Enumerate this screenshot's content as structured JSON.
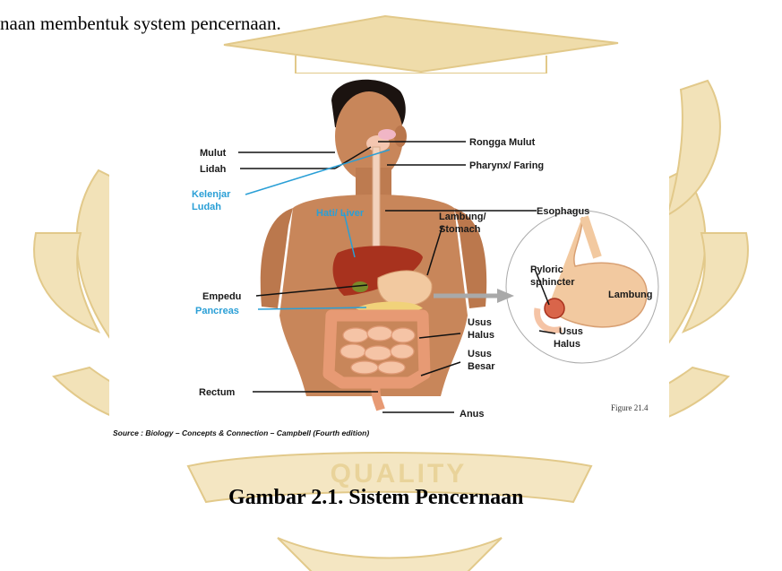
{
  "document": {
    "top_text": "naan membentuk system pencernaan.",
    "caption": "Gambar 2.1.  Sistem Pencernaan"
  },
  "watermark": {
    "text": "QUALITY",
    "color": "#e9d39a"
  },
  "figure": {
    "labels": {
      "mulut": "Mulut",
      "lidah": "Lidah",
      "kelenjar_1": "Kelenjar",
      "kelenjar_2": "Ludah",
      "hati": "Hati/ Liver",
      "empedu": "Empedu",
      "pancreas": "Pancreas",
      "rectum": "Rectum",
      "rongga_mulut": "Rongga Mulut",
      "pharynx": "Pharynx/ Faring",
      "esophagus": "Esophagus",
      "lambung_stomach_1": "Lambung/",
      "lambung_stomach_2": "Stomach",
      "usus_halus_1": "Usus",
      "usus_halus_2": "Halus",
      "usus_besar_1": "Usus",
      "usus_besar_2": "Besar",
      "anus": "Anus",
      "pyloric_1": "Pyloric",
      "pyloric_2": "sphincter",
      "lambung_inset": "Lambung",
      "inset_usus_1": "Usus",
      "inset_usus_2": "Halus"
    },
    "figure_number": "Figure 21.4",
    "source": "Source : Biology – Concepts & Connection – Campbell (Fourth edition)",
    "colors": {
      "skin": "#c8865a",
      "liver": "#a8321e",
      "stomach": "#f2c9a0",
      "intestine": "#f0b08c",
      "label_blue": "#2a9fd6"
    }
  }
}
